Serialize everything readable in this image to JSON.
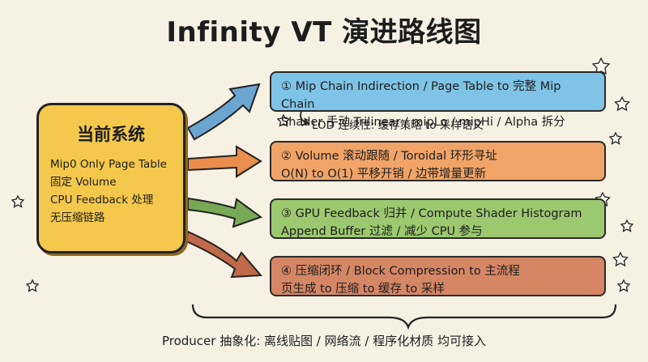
{
  "title": "Infinity VT 演进路线图",
  "current_system": {
    "title": "当前系统",
    "items": [
      "Mip0 Only Page Table",
      "固定 Volume",
      "CPU Feedback 处理",
      "无压缩链路"
    ]
  },
  "stages": [
    {
      "line1": "① Mip Chain Indirection / Page Table to 完整 Mip Chain",
      "line2": "Shader 手动 Trilinear / mipLo / mipHi / Alpha 拆分",
      "color": "#7fc3e6"
    },
    {
      "line1": "② Volume 滚动跟随 / Toroidal 环形寻址",
      "line2": "O(N) to O(1) 平移开销 / 边带增量更新",
      "color": "#f0a468"
    },
    {
      "line1": "③ GPU Feedback 归并 / Compute Shader Histogram",
      "line2": "Append Buffer 过滤 / 减少 CPU 参与",
      "color": "#9cc86f"
    },
    {
      "line1": "④ 压缩闭环 / Block Compression to 主流程",
      "line2": "页生成 to 压缩 to 缓存 to 采样",
      "color": "#d58664"
    }
  ],
  "lod_note": "LOD 连续性: 缓存策略 to 采样语义",
  "footer": "Producer 抽象化: 离线贴图 / 网络流 / 程序化材质 均可接入"
}
